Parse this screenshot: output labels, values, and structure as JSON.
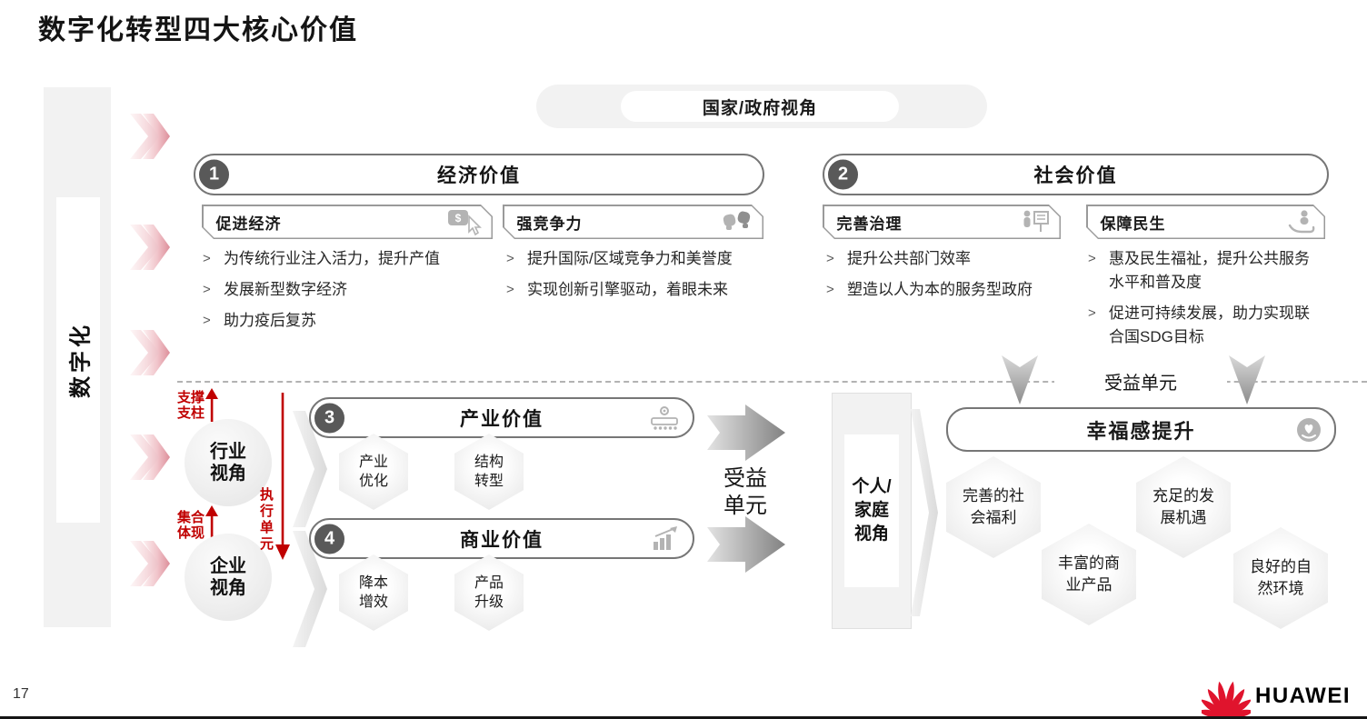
{
  "ui": {
    "bullet_marker": ">"
  },
  "colors": {
    "accent_red": "#c00000",
    "brand_red": "#e0142d",
    "badge_gray": "#595959"
  },
  "slide": {
    "title": "数字化转型四大核心价值",
    "page_number": "17",
    "brand": "HUAWEI"
  },
  "left_rail": {
    "label": "数字化"
  },
  "banner": {
    "label": "国家/政府视角"
  },
  "economic": {
    "number": "1",
    "title": "经济价值",
    "sub1": {
      "label": "促进经济",
      "icon": "pay-per-click-icon"
    },
    "sub2": {
      "label": "强竞争力",
      "icon": "competitiveness-icon"
    },
    "bullets1": [
      "为传统行业注入活力，提升产值",
      "发展新型数字经济",
      "助力疫后复苏"
    ],
    "bullets2": [
      "提升国际/区域竞争力和美誉度",
      "实现创新引擎驱动，着眼未来"
    ]
  },
  "social": {
    "number": "2",
    "title": "社会价值",
    "sub1": {
      "label": "完善治理",
      "icon": "governance-presenter-icon"
    },
    "sub2": {
      "label": "保障民生",
      "icon": "livelihood-care-icon"
    },
    "bullets1": [
      "提升公共部门效率",
      "塑造以人为本的服务型政府"
    ],
    "bullets2": [
      "惠及民生福祉，提升公共服务水平和普及度",
      "促进可持续发展，助力实现联合国SDG目标"
    ]
  },
  "industry": {
    "number": "3",
    "title": "产业价值",
    "icon": "smart-production-icon",
    "hex1": [
      "产业",
      "优化"
    ],
    "hex2": [
      "结构",
      "转型"
    ]
  },
  "business": {
    "number": "4",
    "title": "商业价值",
    "icon": "business-growth-icon",
    "hex1": [
      "降本",
      "增效"
    ],
    "hex2": [
      "产品",
      "升级"
    ]
  },
  "perspectives": {
    "industry": [
      "行业",
      "视角"
    ],
    "enterprise": [
      "企业",
      "视角"
    ],
    "personal": [
      "个人/",
      "家庭",
      "视角"
    ]
  },
  "relations": {
    "support": [
      "支撑",
      "支柱"
    ],
    "aggregate": [
      "集合",
      "体现"
    ],
    "execute": "执行单元",
    "benefit_mid": [
      "受益",
      "单元"
    ],
    "benefit_right": "受益单元"
  },
  "happiness": {
    "title": "幸福感提升",
    "icon": "wellbeing-heart-icon",
    "hexes": [
      [
        "完善的社",
        "会福利"
      ],
      [
        "充足的发",
        "展机遇"
      ],
      [
        "丰富的商",
        "业产品"
      ],
      [
        "良好的自",
        "然环境"
      ]
    ]
  }
}
